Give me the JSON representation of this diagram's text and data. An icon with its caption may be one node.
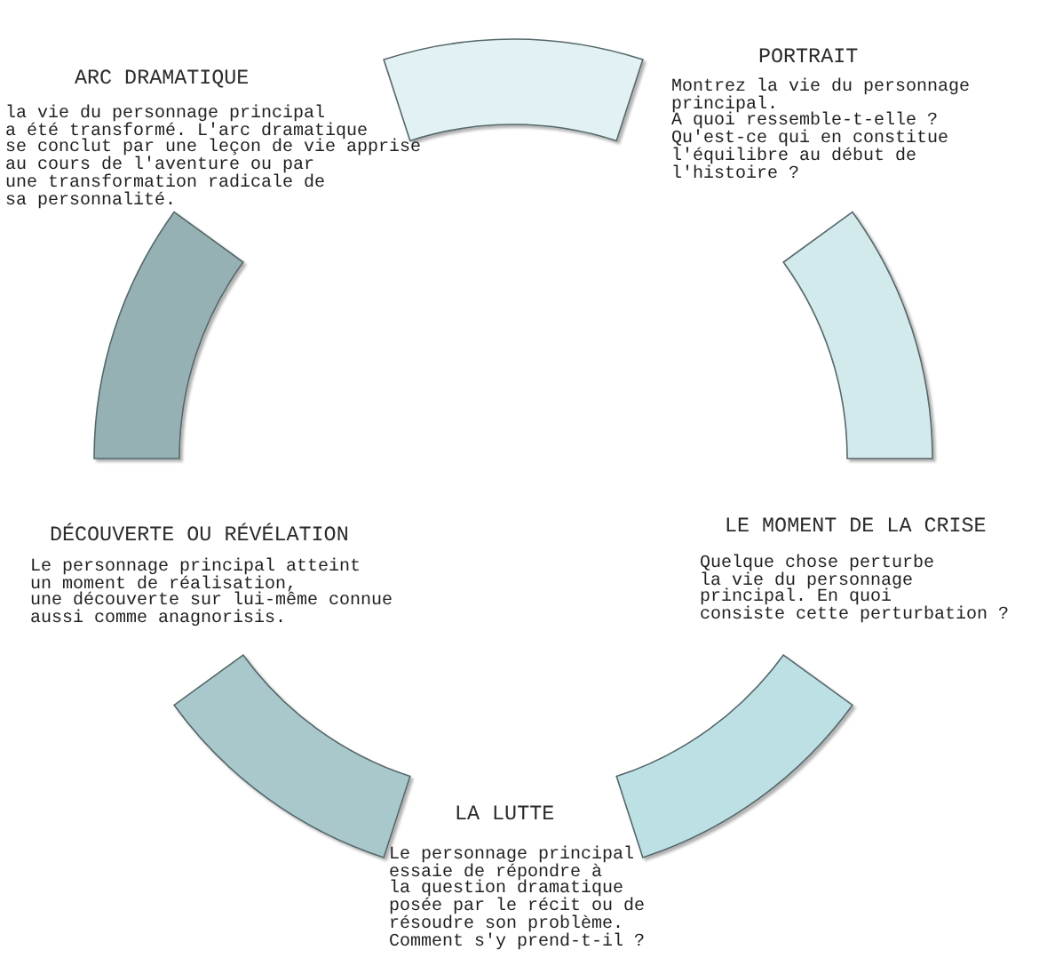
{
  "diagram": {
    "nodes": [
      {
        "text": [],
        "shape": "arc"
      },
      {
        "text": [],
        "shape": "arc"
      },
      {
        "text": [],
        "shape": "arc"
      },
      {
        "text": [],
        "shape": "arc"
      },
      {
        "text": [],
        "shape": "arc"
      }
    ],
    "labels": [
      "ARC DRAMATIQUE",
      "la vie du personnage principal a été transformé. L'arc dramatique se conclut par une leçon de vie apprise au cours de l'aventure ou par une transformation radicale de sa personnalité.",
      "PORTRAIT",
      "Montrez la vie du personnage principal. A quoi ressemble-t-elle ? Qu'est-ce qui en constitue l'équilibre au début de l'histoire ?",
      "DÉCOUVERTE OU RÉVÉLATION",
      "Le personnage principal atteint un moment de réalisation, une découverte sur lui-même connue aussi comme anagnorisis.",
      "LE MOMENT DE LA CRISE",
      "Quelque chose perturbe la vie du personnage principal. En quoi consiste cette perturbation ?",
      "LA LUTTE",
      "Le personnage principal essaie de répondre à la question dramatique posée par le récit ou de résoudre son problème. Comment s'y prend-t-il ?"
    ]
  }
}
